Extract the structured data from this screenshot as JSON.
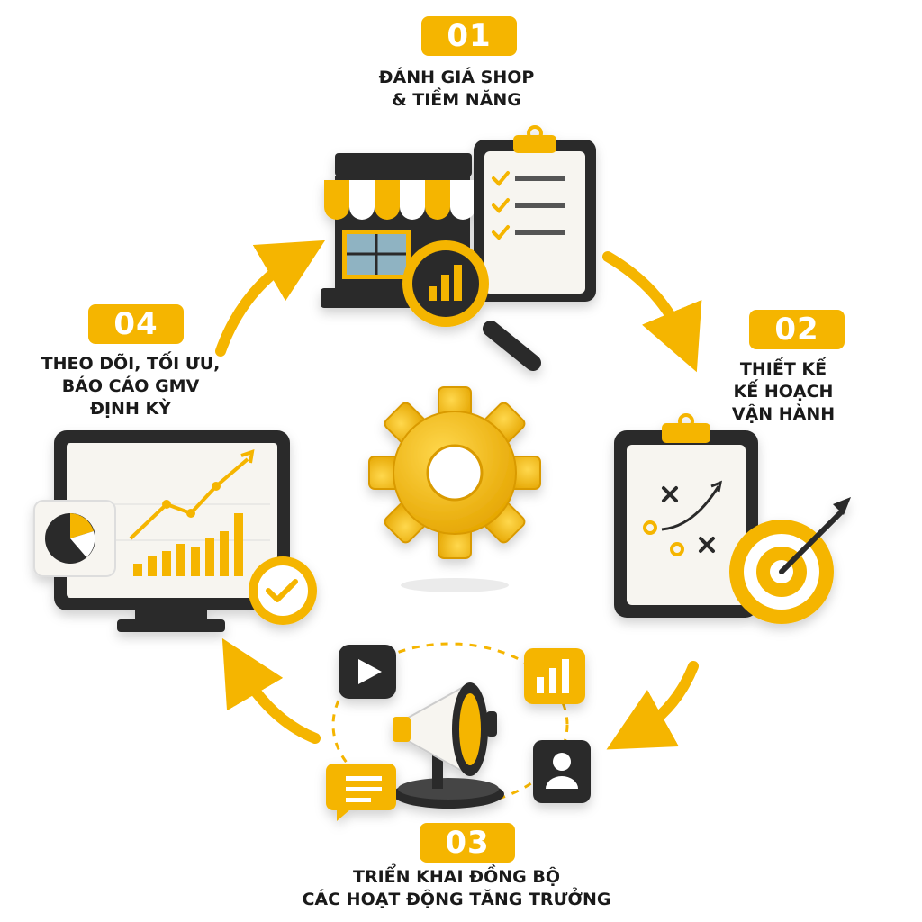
{
  "colors": {
    "accent": "#F5B500",
    "accent_dark": "#E09A00",
    "dark": "#2A2A2A",
    "paper": "#F7F5F0"
  },
  "steps": [
    {
      "number": "01",
      "lines": [
        "ĐÁNH GIÁ SHOP",
        "& TIỀM NĂNG"
      ],
      "icons": [
        "storefront-icon",
        "checklist-clipboard-icon",
        "magnifier-chart-icon"
      ]
    },
    {
      "number": "02",
      "lines": [
        "THIẾT KẾ",
        "KẾ HOẠCH",
        "VẬN HÀNH"
      ],
      "icons": [
        "strategy-clipboard-icon",
        "target-arrow-icon"
      ]
    },
    {
      "number": "03",
      "lines": [
        "TRIỂN KHAI ĐỒNG BỘ",
        "CÁC HOẠT ĐỘNG TĂNG TRƯỞNG"
      ],
      "icons": [
        "megaphone-icon",
        "play-video-icon",
        "bar-chart-icon",
        "user-profile-icon",
        "chat-message-icon"
      ]
    },
    {
      "number": "04",
      "lines": [
        "THEO DÕI, TỐI ƯU,",
        "BÁO CÁO GMV",
        "ĐỊNH KỲ"
      ],
      "icons": [
        "monitor-chart-icon",
        "pie-chart-icon",
        "check-circle-icon"
      ]
    }
  ],
  "center_icon": "gear-icon"
}
